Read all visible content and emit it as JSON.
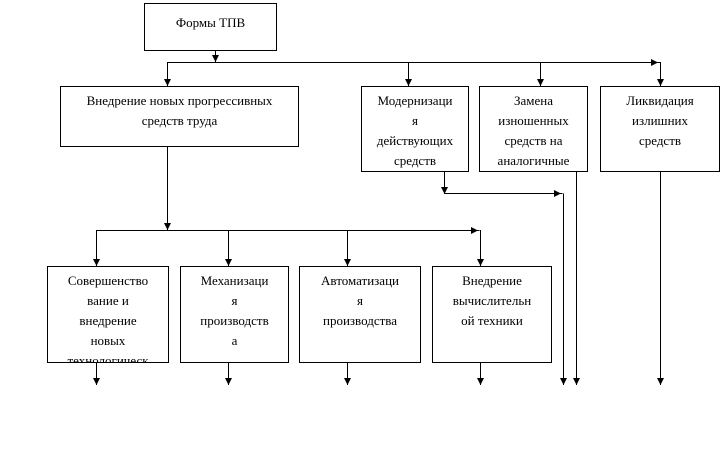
{
  "root": {
    "label": "Формы ТПВ"
  },
  "level1": [
    {
      "lines": [
        "Внедрение новых прогрессивных",
        "средств труда"
      ]
    },
    {
      "lines": [
        "Модернизаци",
        "я",
        "действующих",
        "средств"
      ]
    },
    {
      "lines": [
        "Замена",
        "изношенных",
        "средств на",
        "аналогичные"
      ]
    },
    {
      "lines": [
        "Ликвидация",
        "излишних",
        "средств"
      ]
    }
  ],
  "level2": [
    {
      "lines": [
        "Совершенство",
        "вание и",
        "внедрение",
        "новых",
        "технологическ"
      ]
    },
    {
      "lines": [
        "Механизаци",
        "я",
        "производств",
        "а"
      ]
    },
    {
      "lines": [
        "Автоматизаци",
        "я",
        "производства"
      ]
    },
    {
      "lines": [
        "Внедрение",
        "вычислительн",
        "ой техники"
      ]
    }
  ]
}
